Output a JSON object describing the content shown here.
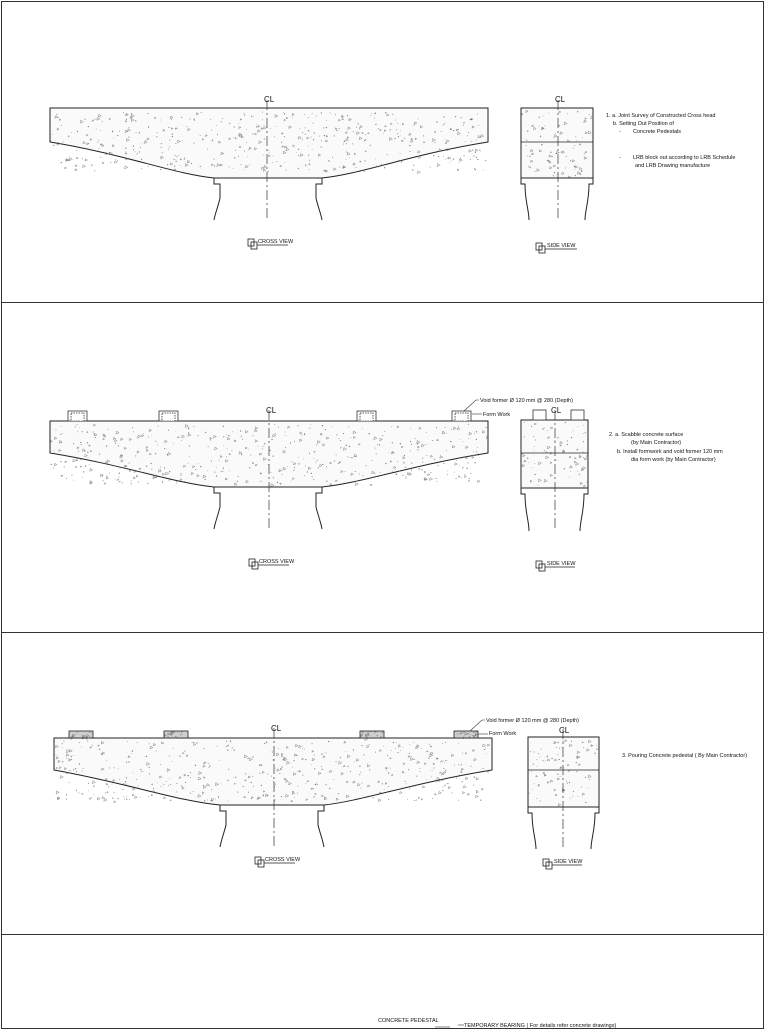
{
  "panel1": {
    "cl_label": "CL",
    "cross_view_label": "CROSS VIEW",
    "side_view_label": "SIDE VIEW",
    "note_1a": "1. a.   Joint Survey of Constructed Cross head",
    "note_1b": "b. Setting Out Position of",
    "note_bullet1": "Concrete Pedestals",
    "note_bullet2a": "LRB block out according to LRB Schedule",
    "note_bullet2b": "and LRB Drawing manufacture"
  },
  "panel2": {
    "cl_label": "CL",
    "cross_view_label": "CROSS VIEW",
    "side_view_label": "SIDE VIEW",
    "void_former": "Void former Ø 120 mm @ 280 (Depth)",
    "form_work": "Form Work",
    "note_2a": "2. a.     Scabble concrete surface",
    "note_2a_sub": "(by Main Contractor)",
    "note_2b": "b.        Install formwork and void former 120 mm",
    "note_2b_sub": "dia form work  (by Main Contractor)"
  },
  "panel3": {
    "cl_label": "CL",
    "cross_view_label": "CROSS VIEW",
    "side_view_label": "SIDE VIEW",
    "void_former": "Void former Ø 120 mm @ 280 (Depth)",
    "form_work": "Form Work",
    "note_3": "3. Pouring Concrete pedestal ( By Main Contractor)"
  },
  "panel4": {
    "concrete_pedestal": "CONCRETE PEDESTAL",
    "temporary_bearing": "TEMPORARY BEARING ( For details refer concrete drawings)"
  }
}
